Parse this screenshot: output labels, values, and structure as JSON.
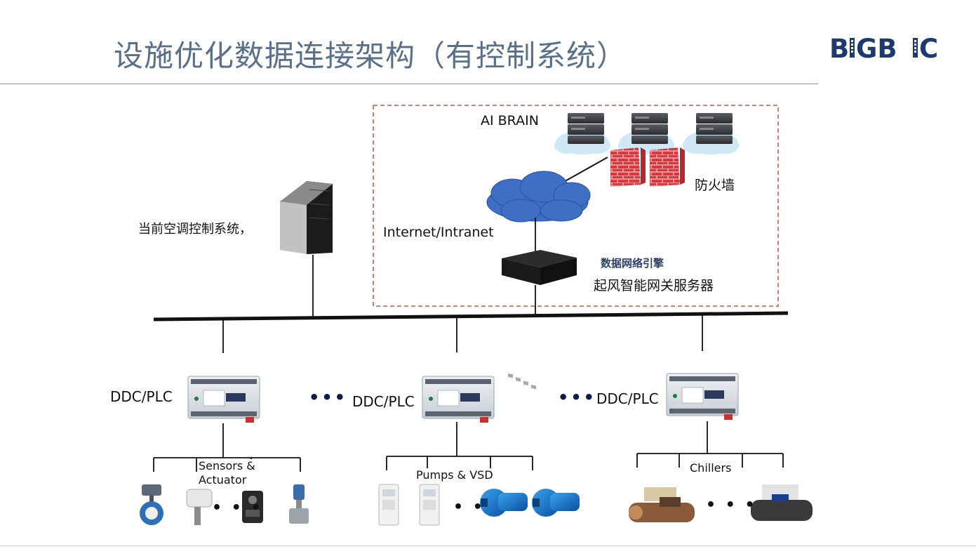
{
  "slide": {
    "title": "设施优化数据连接架构（有控制系统）",
    "logo_text": "BIGBIC"
  },
  "cloud_zone": {
    "ai_brain_label": "AI BRAIN",
    "firewall_label": "防火墙",
    "network_label": "Internet/Intranet",
    "engine_label": "数据网络引擎",
    "gateway_label": "起风智能网关服务器"
  },
  "hvac_system_label": "当前空调控制系统，",
  "controllers": [
    {
      "label": "DDC/PLC",
      "sub_label": "Sensors & Actuator",
      "sub_label_lines": [
        "Sensors &",
        "Actuator"
      ]
    },
    {
      "label": "DDC/PLC",
      "sub_label": "Pumps & VSD"
    },
    {
      "label": "DDC/PLC",
      "sub_label": "Chillers"
    }
  ],
  "ellipsis": "•••",
  "device_ellipsis": "• • •",
  "colors": {
    "title": "#5a6f88",
    "dashed_box": "#c0392b",
    "cloud": "#3e6fc4",
    "bus": "#111111",
    "logo": "#1d3a6e"
  }
}
